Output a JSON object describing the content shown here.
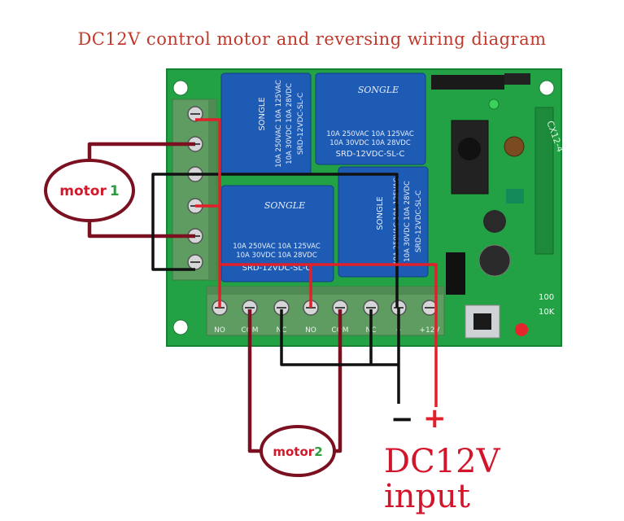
{
  "title": "DC12V control motor and reversing wiring diagram",
  "relays": [
    {
      "brand": "SONGLE",
      "ratings1": "10A 250VAC  10A 125VAC",
      "ratings2": "10A 30VDC   10A 28VDC",
      "model": "SRD-12VDC-SL-C"
    },
    {
      "brand": "SONGLE",
      "ratings1": "10A 250VAC  10A 125VAC",
      "ratings2": "10A 30VDC   10A 28VDC",
      "model": "SRD-12VDC-SL-C"
    },
    {
      "brand": "SONGLE",
      "ratings1": "10A 250VAC  10A 125VAC",
      "ratings2": "10A 30VDC   10A 28VDC",
      "model": "SRD-12VDC-SL-C"
    },
    {
      "brand": "SONGLE",
      "ratings1": "10A 250VAC  10A 125VAC",
      "ratings2": "10A 30VDC   10A 28VDC",
      "model": "SRD-12VDC-SL-C"
    }
  ],
  "board": {
    "module_code": "CX12-4",
    "resistor_100": "100",
    "resistor_10k": "10K",
    "bottom_labels": [
      "NO",
      "COM",
      "NC",
      "NO",
      "COM",
      "NC",
      "−",
      "+12V"
    ]
  },
  "motors": [
    {
      "word": "motor",
      "number": "1"
    },
    {
      "word": "motor",
      "number": "2"
    }
  ],
  "power": {
    "minus_symbol": "−",
    "plus_symbol": "+",
    "line1": "DC12V",
    "line2": "input"
  },
  "colors": {
    "title": "#c0392b",
    "wire_red": "#e0202a",
    "wire_black": "#111111",
    "wire_motor": "#7a1020",
    "pcb": "#1f9a3c",
    "relay": "#1e5bb5",
    "terminal": "#5e9c61",
    "motor_number": "#2e9b3f"
  }
}
